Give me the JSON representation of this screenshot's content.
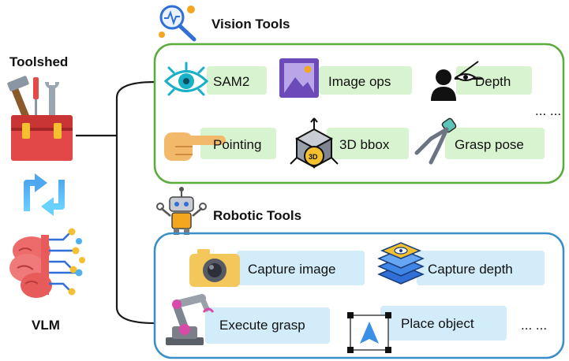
{
  "toolshed": {
    "title": "Toolshed"
  },
  "vlm": {
    "label": "VLM"
  },
  "vision": {
    "title": "Vision Tools",
    "tools": [
      {
        "label": "SAM2",
        "icon": "eye-icon"
      },
      {
        "label": "Image ops",
        "icon": "image-icon"
      },
      {
        "label": "Depth",
        "icon": "person-eye-icon"
      },
      {
        "label": "Pointing",
        "icon": "pointing-hand-icon"
      },
      {
        "label": "3D bbox",
        "icon": "cube-3d-icon"
      },
      {
        "label": "Grasp pose",
        "icon": "gripper-icon"
      }
    ],
    "more": "... ..."
  },
  "robotic": {
    "title": "Robotic Tools",
    "tools": [
      {
        "label": "Capture image",
        "icon": "camera-icon"
      },
      {
        "label": "Capture depth",
        "icon": "layers-icon"
      },
      {
        "label": "Execute grasp",
        "icon": "robot-arm-icon"
      },
      {
        "label": "Place object",
        "icon": "place-arrow-icon"
      }
    ],
    "more": "... ..."
  },
  "colors": {
    "vision_border": "#5aaa3c",
    "vision_pill": "#d8f3cf",
    "robotic_border": "#3a8fc8",
    "robotic_pill": "#d2ecfa"
  }
}
